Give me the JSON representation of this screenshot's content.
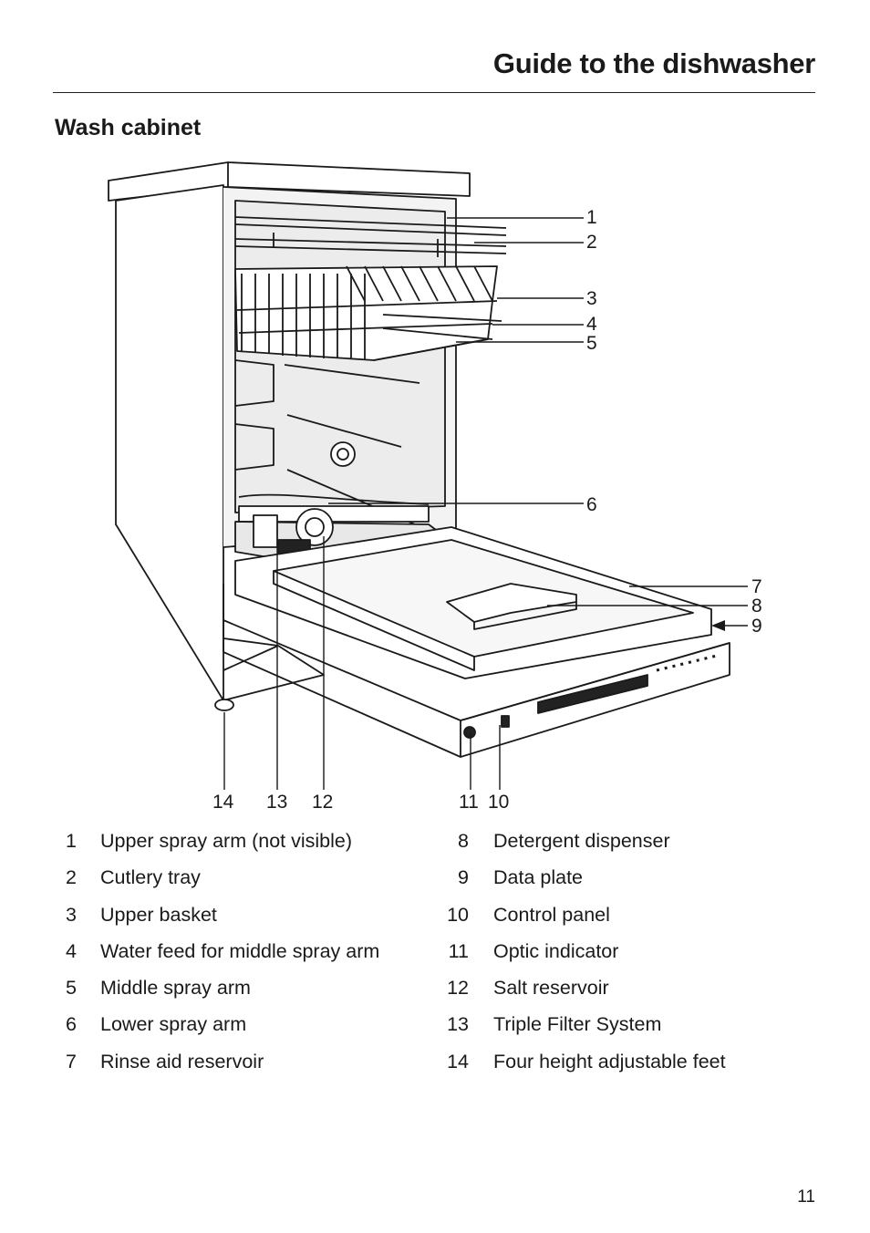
{
  "header": {
    "title": "Guide to the dishwasher"
  },
  "section": {
    "title": "Wash cabinet"
  },
  "callouts": {
    "c1": "1",
    "c2": "2",
    "c3": "3",
    "c4": "4",
    "c5": "5",
    "c6": "6",
    "c7": "7",
    "c8": "8",
    "c9": "9",
    "c10": "10",
    "c11": "11",
    "c12": "12",
    "c13": "13",
    "c14": "14"
  },
  "legend": {
    "left": [
      {
        "num": "1",
        "label": "Upper spray arm (not visible)"
      },
      {
        "num": "2",
        "label": "Cutlery tray"
      },
      {
        "num": "3",
        "label": "Upper basket"
      },
      {
        "num": "4",
        "label": "Water feed for middle spray arm"
      },
      {
        "num": "5",
        "label": "Middle spray arm"
      },
      {
        "num": "6",
        "label": "Lower spray arm"
      },
      {
        "num": "7",
        "label": "Rinse aid reservoir"
      }
    ],
    "right": [
      {
        "num": "8",
        "label": "Detergent dispenser"
      },
      {
        "num": "9",
        "label": "Data plate"
      },
      {
        "num": "10",
        "label": "Control panel"
      },
      {
        "num": "11",
        "label": "Optic indicator"
      },
      {
        "num": "12",
        "label": "Salt reservoir"
      },
      {
        "num": "13",
        "label": "Triple Filter System"
      },
      {
        "num": "14",
        "label": "Four height adjustable feet"
      }
    ]
  },
  "page": {
    "number": "11"
  }
}
